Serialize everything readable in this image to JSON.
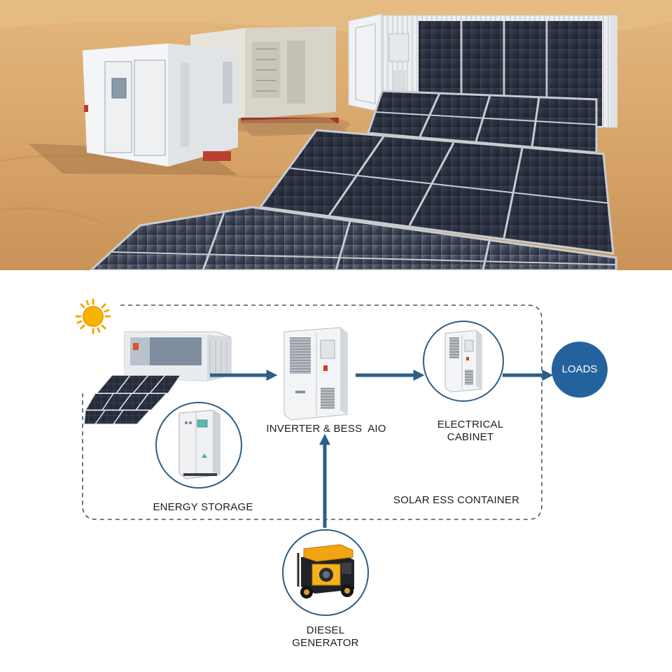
{
  "diagram": {
    "labels": {
      "inverter": "INVERTER & BESS  AIO",
      "cabinet_line1": "ELECTRICAL",
      "cabinet_line2": "CABINET",
      "loads": "LOADS",
      "energy_storage": "ENERGY STORAGE",
      "container": "SOLAR ESS CONTAINER",
      "generator_line1": "DIESEL",
      "generator_line2": "GENERATOR"
    },
    "icons": [
      "sun-icon",
      "solar-container-icon",
      "inverter-bess-icon",
      "electrical-cabinet-icon",
      "energy-storage-icon",
      "diesel-generator-icon"
    ]
  },
  "colors": {
    "arrow": "#2d5f86",
    "loads_circle": "#24629e",
    "dashed_border": "#3d5a70",
    "sun": "#f5a800",
    "sand": "#d9a86b",
    "panel": "#2b3140"
  }
}
